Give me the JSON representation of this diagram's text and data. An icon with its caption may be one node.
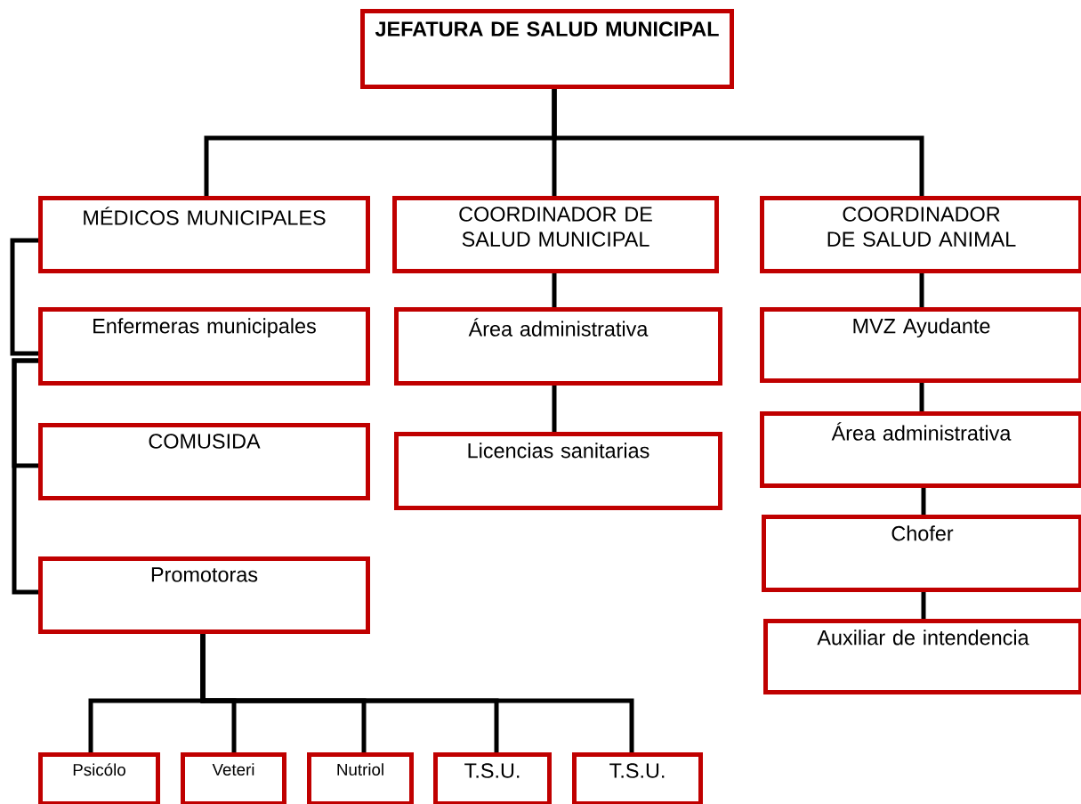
{
  "diagram": {
    "nodes": [
      {
        "text": [
          "**JEFATURA DE SALUD MUNICIPAL**"
        ]
      },
      {
        "text": [
          "MÉDICOS MUNICIPALES"
        ]
      },
      {
        "text": [
          "COORDINADOR DE SALUD MUNICIPAL"
        ]
      },
      {
        "text": [
          "COORDINADOR DE SALUD ANIMAL"
        ]
      },
      {
        "text": [
          "Enfermeras municipales"
        ]
      },
      {
        "text": [
          "COMUSIDA"
        ]
      },
      {
        "text": [
          "Promotoras"
        ]
      },
      {
        "text": [
          "Área administrativa"
        ]
      },
      {
        "text": [
          "Licencias sanitarias"
        ]
      },
      {
        "text": [
          "MVZ Ayudante"
        ]
      },
      {
        "text": [
          "Área administrativa"
        ]
      },
      {
        "text": [
          "Chofer"
        ]
      },
      {
        "text": [
          "Auxiliar de intendencia"
        ]
      },
      {
        "text": [
          "Psicólo"
        ]
      },
      {
        "text": [
          "Veteri"
        ]
      },
      {
        "text": [
          "Nutriol"
        ]
      },
      {
        "text": [
          "T.S.U."
        ]
      },
      {
        "text": [
          "T.S.U."
        ]
      }
    ],
    "edges": [
      {
        "from": 0,
        "to": 1,
        "arrow": "none"
      },
      {
        "from": 0,
        "to": 2,
        "arrow": "none"
      },
      {
        "from": 0,
        "to": 3,
        "arrow": "none"
      },
      {
        "from": 1,
        "to": 4,
        "arrow": "none"
      },
      {
        "from": 4,
        "to": 5,
        "arrow": "none"
      },
      {
        "from": 4,
        "to": 6,
        "arrow": "none"
      },
      {
        "from": 2,
        "to": 7,
        "arrow": "none"
      },
      {
        "from": 7,
        "to": 8,
        "arrow": "none"
      },
      {
        "from": 3,
        "to": 9,
        "arrow": "none"
      },
      {
        "from": 9,
        "to": 10,
        "arrow": "none"
      },
      {
        "from": 10,
        "to": 11,
        "arrow": "none"
      },
      {
        "from": 11,
        "to": 12,
        "arrow": "none"
      },
      {
        "from": 6,
        "to": 13,
        "arrow": "none"
      },
      {
        "from": 6,
        "to": 14,
        "arrow": "none"
      },
      {
        "from": 6,
        "to": 15,
        "arrow": "none"
      },
      {
        "from": 6,
        "to": 16,
        "arrow": "none"
      },
      {
        "from": 6,
        "to": 17,
        "arrow": "none"
      }
    ]
  }
}
